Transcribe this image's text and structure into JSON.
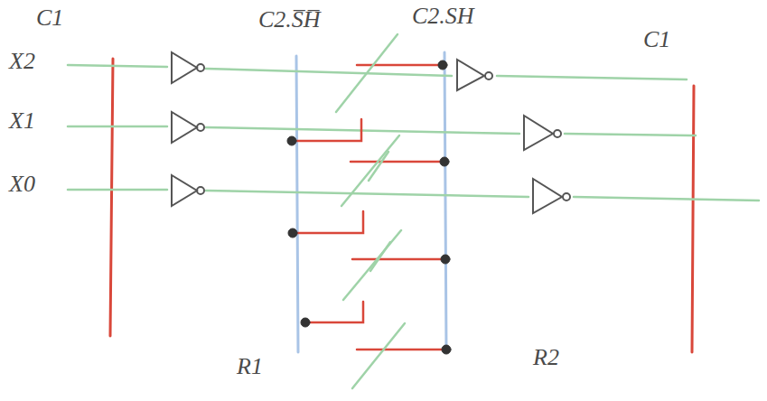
{
  "diagram": {
    "labels": [
      "C1",
      "C2.S̅H̅",
      "C2.SH",
      "C1",
      "X2",
      "X1",
      "X0",
      "R1",
      "R2"
    ]
  }
}
